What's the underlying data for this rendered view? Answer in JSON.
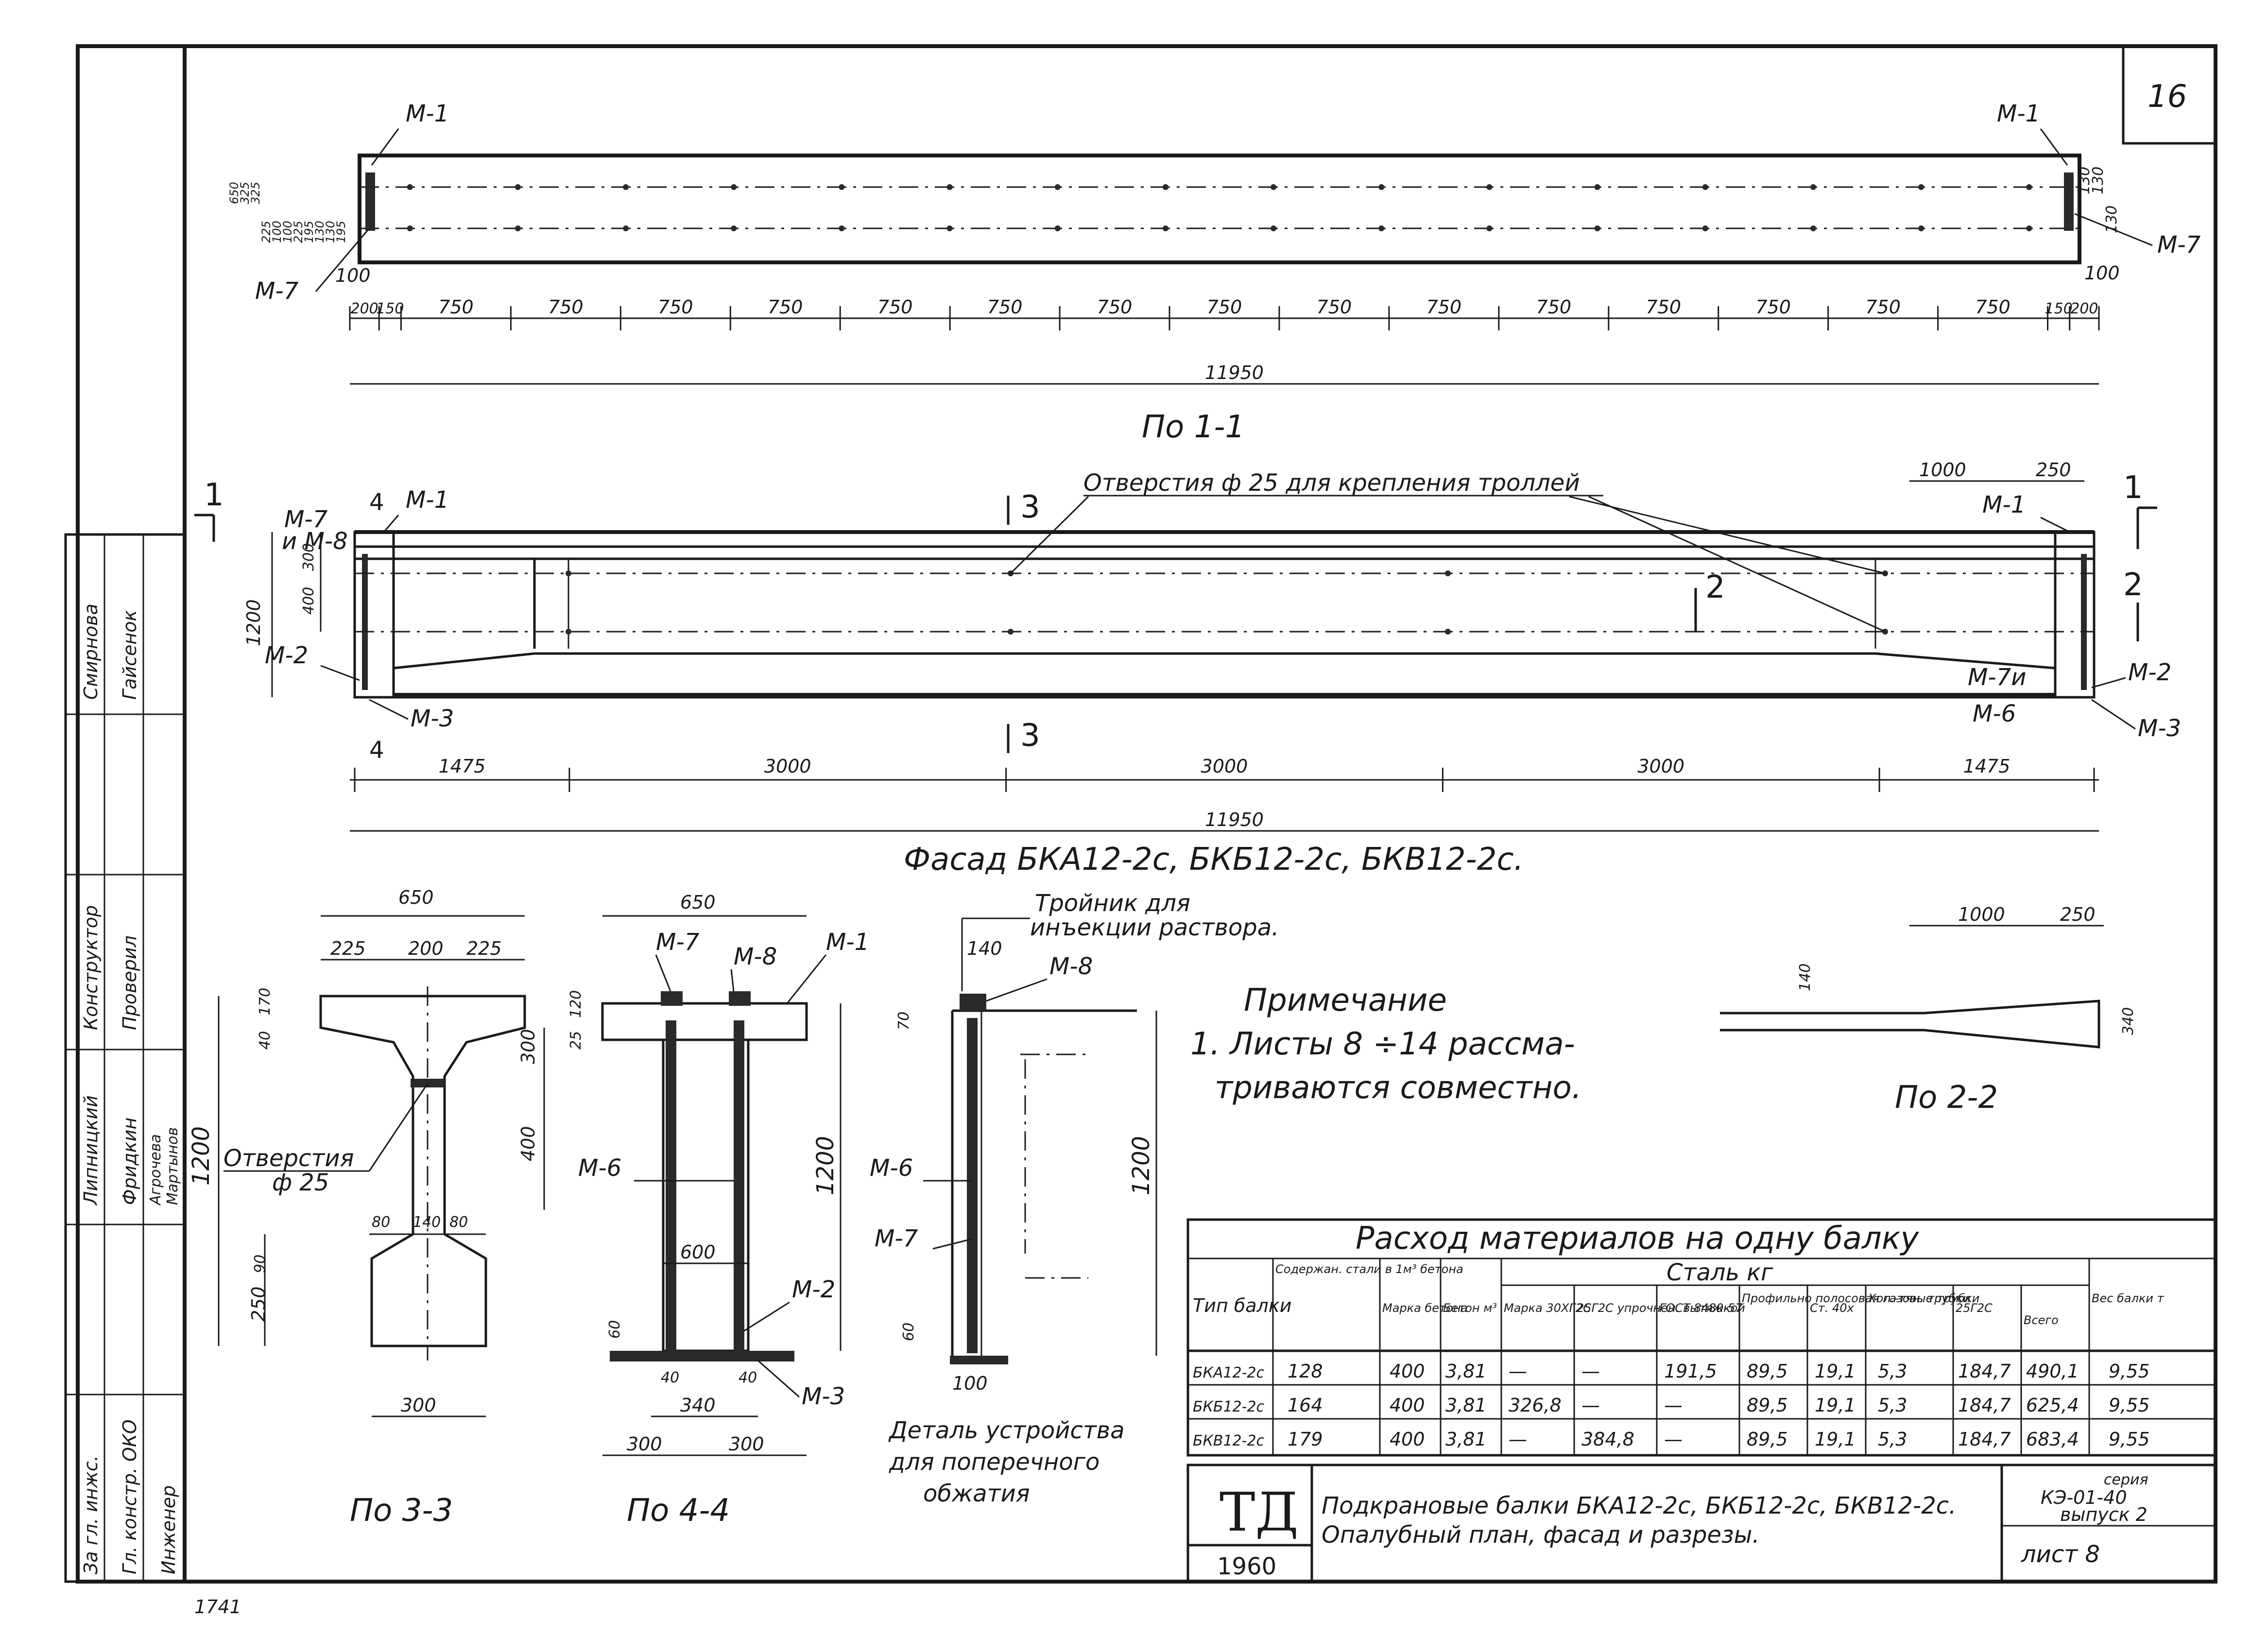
{
  "sheet": {
    "number": "16",
    "handwritten_mark": "1741"
  },
  "plan": {
    "title": "По 1-1",
    "marks": {
      "m1_left": "М-1",
      "m1_right": "М-1",
      "m7_left": "М-7",
      "m7_right": "М-7"
    },
    "spans": [
      "200",
      "150",
      "750",
      "750",
      "750",
      "750",
      "750",
      "750",
      "750",
      "750",
      "750",
      "750",
      "750",
      "750",
      "750",
      "750",
      "750",
      "150",
      "200"
    ],
    "total": "11950",
    "left_dims": [
      "650",
      "325",
      "325",
      "225",
      "100",
      "100",
      "225",
      "195",
      "130",
      "130",
      "195"
    ],
    "left_bottom": "100",
    "right_dims": [
      "130",
      "130",
      "130"
    ],
    "right_bottom": "100"
  },
  "facade": {
    "title": "Фасад БКА12-2с, БКБ12-2с, БКВ12-2с.",
    "holes_note": "Отверстия ф 25 для крепления троллей",
    "left_marks": {
      "m7": "М-7",
      "m8": "и М-8",
      "m1": "М-1",
      "m2": "М-2",
      "m3": "М-3"
    },
    "right_marks": {
      "m1": "М-1",
      "m7": "М-7и",
      "m6": "М-6",
      "m2": "М-2",
      "m3": "М-3"
    },
    "section_marks": {
      "s1": "1",
      "s2": "2",
      "s3": "3",
      "s4": "4"
    },
    "left_dims": [
      "1200",
      "300",
      "400"
    ],
    "top_right_dims": [
      "1000",
      "250"
    ],
    "spans": [
      "1475",
      "3000",
      "3000",
      "3000",
      "1475"
    ],
    "total": "11950"
  },
  "section_33": {
    "title": "По 3-3",
    "top_width": "650",
    "top_dims": [
      "225",
      "200",
      "225"
    ],
    "height": "1200",
    "left_dims": [
      "40",
      "170"
    ],
    "right_dims": [
      "300",
      "400"
    ],
    "bottom_dims": [
      "90",
      "250"
    ],
    "web_dims": [
      "80",
      "140",
      "80"
    ],
    "bottom_width": "300",
    "holes": "Отверстия",
    "holes_dia": "ф 25"
  },
  "section_44": {
    "title": "По 4-4",
    "top_width": "650",
    "marks": {
      "m7": "М-7",
      "m8": "М-8",
      "m1": "М-1",
      "m6": "М-6",
      "m2": "М-2",
      "m3": "М-3"
    },
    "left_dims": [
      "25",
      "120"
    ],
    "height": "1200",
    "inner": "600",
    "bottom_left": "60",
    "bottom_dims": [
      "40",
      "40"
    ],
    "bottom_width": "340",
    "base_dims": [
      "300",
      "300"
    ]
  },
  "detail": {
    "title_lines": [
      "Деталь устройства",
      "для поперечного",
      "обжатия"
    ],
    "tee_lines": [
      "Тройник для",
      "инъекции раствора."
    ],
    "marks": {
      "m8": "М-8",
      "m6": "М-6",
      "m7": "М-7"
    },
    "dims": {
      "top": "140",
      "left": "70",
      "height": "1200",
      "bottom": "60",
      "base": "100"
    }
  },
  "note": {
    "title": "Примечание",
    "text_lines": [
      "1. Листы 8 ÷14 рассма-",
      "триваются совместно."
    ]
  },
  "section_22": {
    "title": "По 2-2",
    "dims": {
      "len": "1000",
      "end": "250",
      "left": "140",
      "right": "340"
    }
  },
  "table": {
    "title": "Расход материалов на одну балку",
    "steel_header": "Сталь кг",
    "headers": {
      "type": "Тип балки",
      "content": "Содержан. стали в 1м³ бетона",
      "concrete_grade": "Марка бетона",
      "concrete": "Бетон м³",
      "grade": "Марка 30ХГ2С",
      "reinf": "25Г2С упрочнен. вытяжкой",
      "gost": "ГОСТ 8480-57",
      "profile": "Профильно полосовая газовые трубки",
      "st40": "Ст. 40х",
      "pipes": "Хол.-тян. трубки",
      "s25": "25Г2С",
      "total": "Всего",
      "weight": "Вес балки т"
    },
    "rows": [
      [
        "БКА12-2с",
        "128",
        "400",
        "3,81",
        "—",
        "—",
        "191,5",
        "89,5",
        "19,1",
        "5,3",
        "184,7",
        "490,1",
        "9,55"
      ],
      [
        "БКБ12-2с",
        "164",
        "400",
        "3,81",
        "326,8",
        "—",
        "—",
        "89,5",
        "19,1",
        "5,3",
        "184,7",
        "625,4",
        "9,55"
      ],
      [
        "БКВ12-2с",
        "179",
        "400",
        "3,81",
        "—",
        "384,8",
        "—",
        "89,5",
        "19,1",
        "5,3",
        "184,7",
        "683,4",
        "9,55"
      ]
    ]
  },
  "title_block": {
    "logo": "ТД",
    "year": "1960",
    "title_lines": [
      "Подкрановые балки БКА12-2с, БКБ12-2с, БКВ12-2с.",
      "Опалубный план, фасад и разрезы."
    ],
    "series_label": "серия",
    "series": "КЭ-01-40",
    "issue": "выпуск 2",
    "sheet": "лист 8"
  },
  "stamp": {
    "roles": [
      "За гл. инжс.",
      "Гл. констр. ОКО",
      "Инженер"
    ],
    "col1": [
      "Липницкий",
      "Конструктор",
      "Смирнова"
    ],
    "col2": [
      "Фридкин",
      "Проверил",
      "Гайсенок"
    ],
    "col3": [
      "Агрочева",
      "Мартынов"
    ]
  }
}
